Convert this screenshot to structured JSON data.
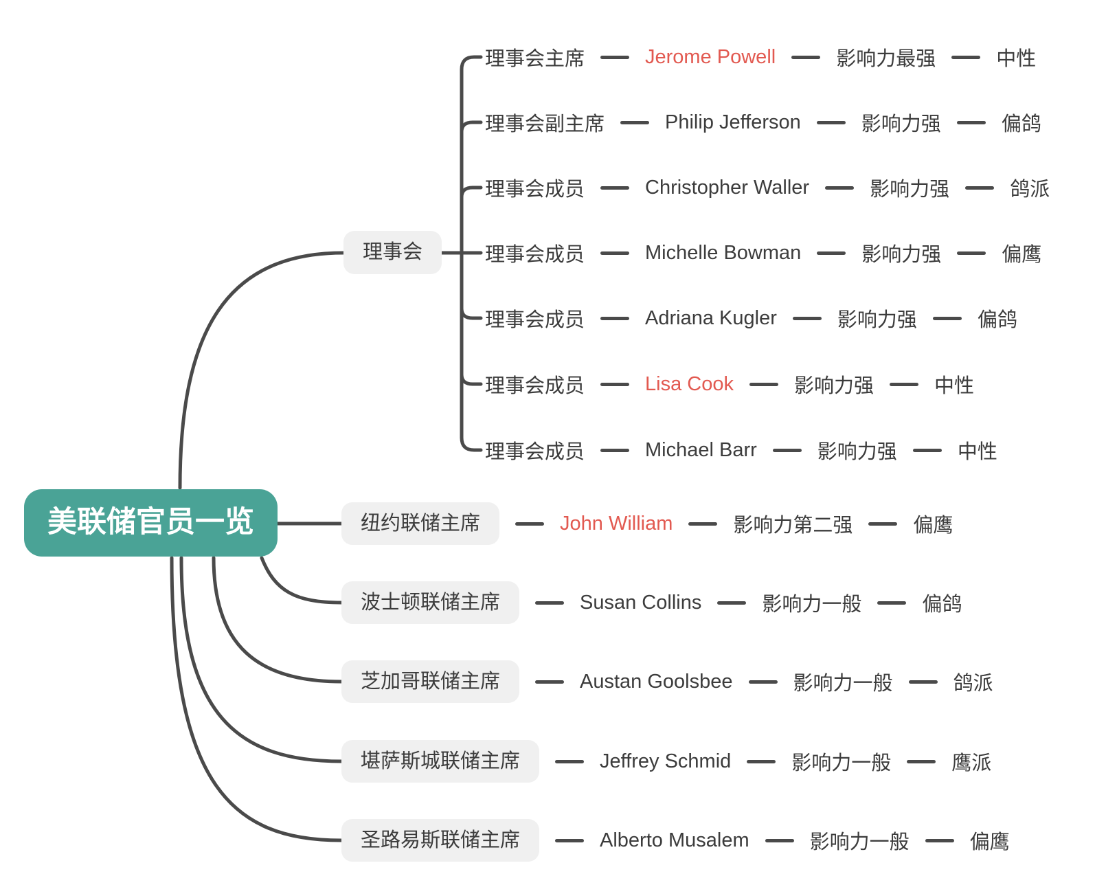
{
  "root": {
    "label": "美联储官员一览"
  },
  "colors": {
    "root_bg": "#4aa396",
    "root_text": "#ffffff",
    "highlight_red": "#e25950",
    "text": "#3c3c3c",
    "line": "#4a4a4a",
    "branch_box_bg": "#f0f0f0"
  },
  "board": {
    "label": "理事会",
    "members": [
      {
        "role": "理事会主席",
        "name": "Jerome Powell",
        "name_red": true,
        "influence": "影响力最强",
        "stance": "中性"
      },
      {
        "role": "理事会副主席",
        "name": "Philip Jefferson",
        "name_red": false,
        "influence": "影响力强",
        "stance": "偏鸽"
      },
      {
        "role": "理事会成员",
        "name": "Christopher Waller",
        "name_red": false,
        "influence": "影响力强",
        "stance": "鸽派"
      },
      {
        "role": "理事会成员",
        "name": "Michelle Bowman",
        "name_red": false,
        "influence": "影响力强",
        "stance": "偏鹰"
      },
      {
        "role": "理事会成员",
        "name": "Adriana Kugler",
        "name_red": false,
        "influence": "影响力强",
        "stance": "偏鸽"
      },
      {
        "role": "理事会成员",
        "name": "Lisa Cook",
        "name_red": true,
        "influence": "影响力强",
        "stance": "中性"
      },
      {
        "role": "理事会成员",
        "name": "Michael Barr",
        "name_red": false,
        "influence": "影响力强",
        "stance": "中性"
      }
    ]
  },
  "regional": [
    {
      "role": "纽约联储主席",
      "name": "John William",
      "name_red": true,
      "influence": "影响力第二强",
      "stance": "偏鹰"
    },
    {
      "role": "波士顿联储主席",
      "name": "Susan Collins",
      "name_red": false,
      "influence": "影响力一般",
      "stance": "偏鸽"
    },
    {
      "role": "芝加哥联储主席",
      "name": "Austan Goolsbee",
      "name_red": false,
      "influence": "影响力一般",
      "stance": "鸽派"
    },
    {
      "role": "堪萨斯城联储主席",
      "name": "Jeffrey Schmid",
      "name_red": false,
      "influence": "影响力一般",
      "stance": "鹰派"
    },
    {
      "role": "圣路易斯联储主席",
      "name": "Alberto Musalem",
      "name_red": false,
      "influence": "影响力一般",
      "stance": "偏鹰"
    }
  ]
}
